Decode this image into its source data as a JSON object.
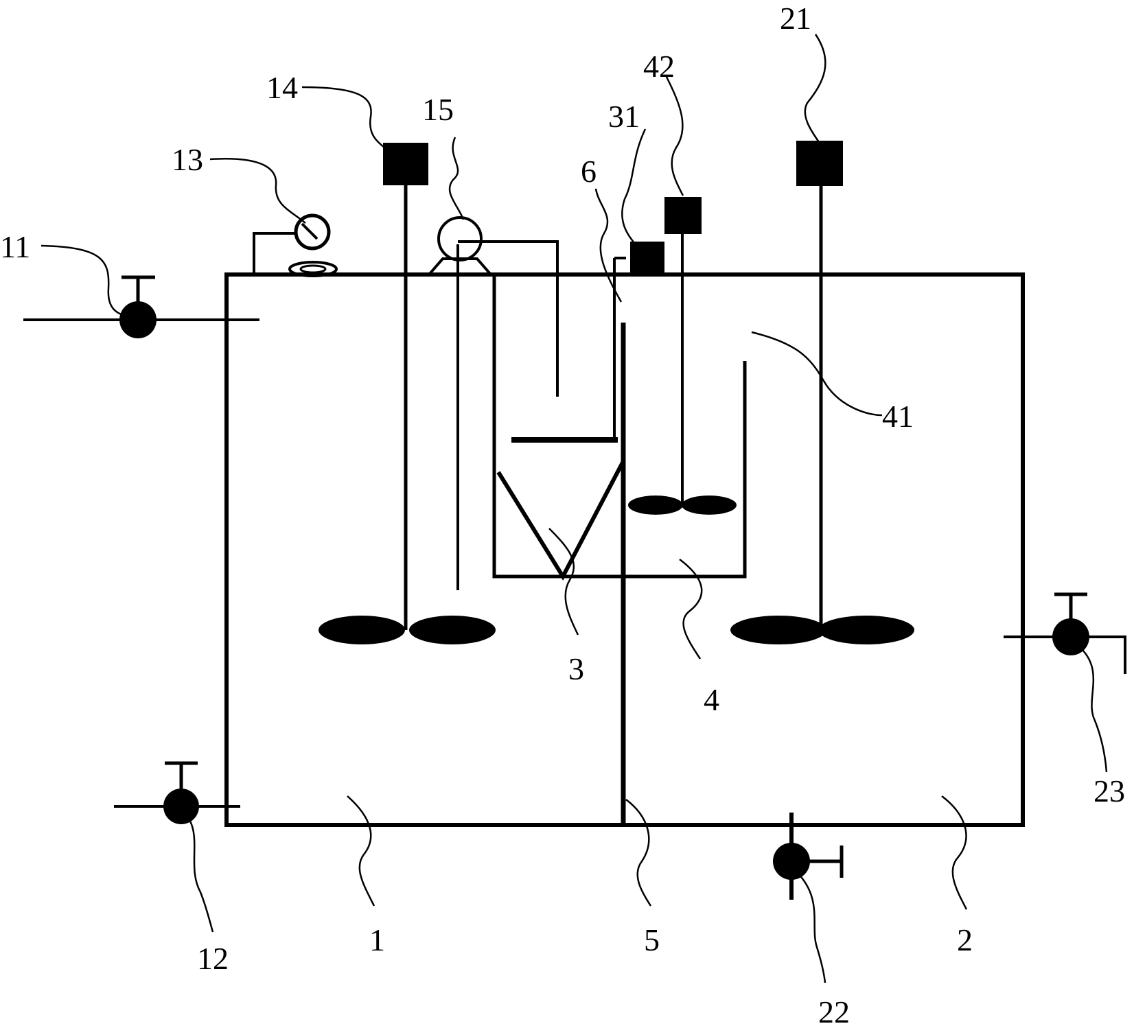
{
  "colors": {
    "ink": "#000000",
    "background": "#ffffff"
  },
  "labels": {
    "l1": "1",
    "l2": "2",
    "l3": "3",
    "l4": "4",
    "l5": "5",
    "l6": "6",
    "l11": "11",
    "l12": "12",
    "l13": "13",
    "l14": "14",
    "l15": "15",
    "l21": "21",
    "l22": "22",
    "l23": "23",
    "l31": "31",
    "l41": "41",
    "l42": "42"
  }
}
